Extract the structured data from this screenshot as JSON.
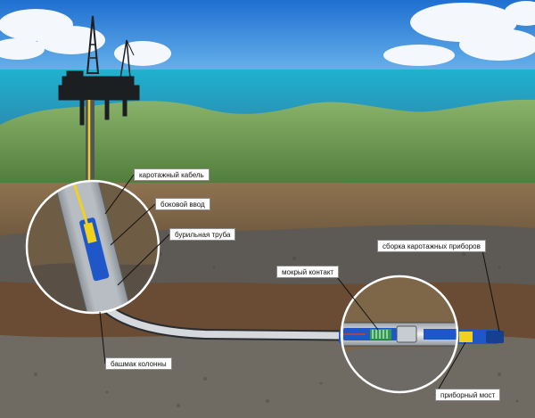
{
  "labels": {
    "logging_cable": "каротажный кабель",
    "side_entry": "боковой ввод",
    "drill_pipe": "бурильная труба",
    "casing_shoe": "башмак колонны",
    "wet_connect": "мокрый контакт",
    "tool_assembly": "сборка каротажных приборов",
    "tool_bridge": "приборный мост"
  },
  "colors": {
    "sky_top": "#2f7ed6",
    "sea": "#22a6c6",
    "hills": "#6f9a4b",
    "soil": "#7a6145",
    "cable": "#f2d11c",
    "pipe": "#c9ced3",
    "tool_blue": "#1f57c9"
  }
}
